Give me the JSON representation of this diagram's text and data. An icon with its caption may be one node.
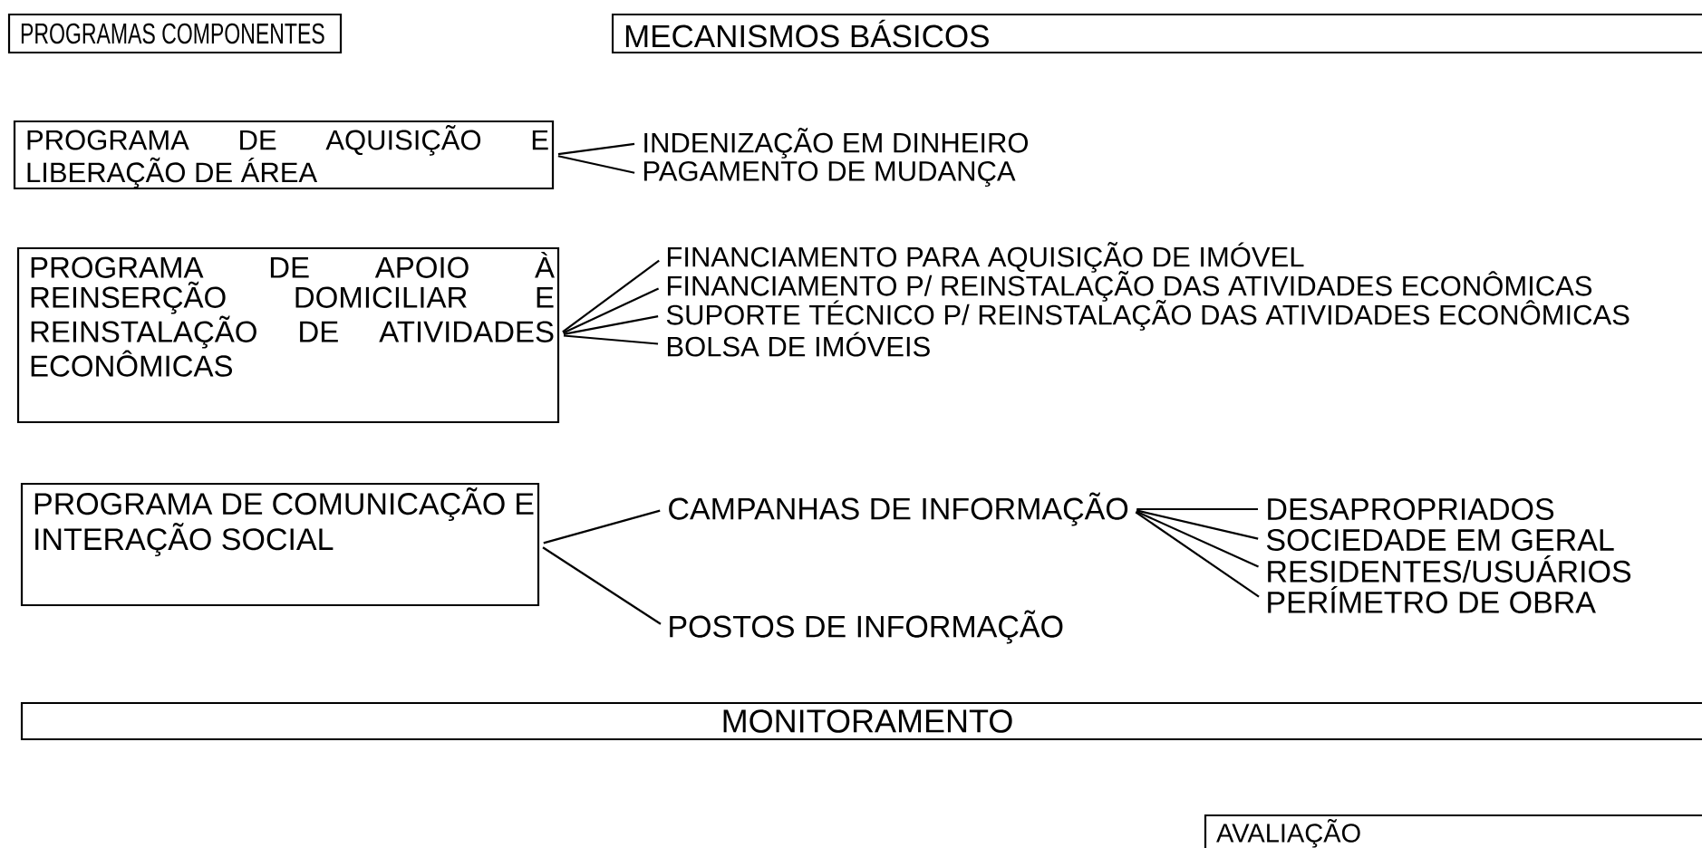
{
  "diagram": {
    "nodes": [
      {
        "text": [
          "PROGRAMAS COMPONENTES"
        ]
      },
      {
        "text": [
          "MECANISMOS BÁSICOS"
        ]
      },
      {
        "text": [
          "PROGRAMA DE AQUISIÇÃO E LIBERAÇÃO DE ÁREA"
        ]
      },
      {
        "text": [
          "INDENIZAÇÃO EM DINHEIRO"
        ]
      },
      {
        "text": [
          "PAGAMENTO DE MUDANÇA"
        ]
      },
      {
        "text": [
          "PROGRAMA DE APOIO À REINSERÇÃO DOMICILIAR E REINSTALAÇÃO DE ATIVIDADES ECONÔMICAS"
        ]
      },
      {
        "text": [
          "FINANCIAMENTO PARA AQUISIÇÃO DE IMÓVEL"
        ]
      },
      {
        "text": [
          "FINANCIAMENTO P/ REINSTALAÇÃO DAS ATIVIDADES ECONÔMICAS"
        ]
      },
      {
        "text": [
          "SUPORTE TÉCNICO P/ REINSTALAÇÃO DAS ATIVIDADES ECONÔMICAS"
        ]
      },
      {
        "text": [
          "BOLSA DE IMÓVEIS"
        ]
      },
      {
        "text": [
          "PROGRAMA DE COMUNICAÇÃO E INTERAÇÃO SOCIAL"
        ]
      },
      {
        "text": [
          "CAMPANHAS DE INFORMAÇÃO"
        ]
      },
      {
        "text": [
          "POSTOS DE INFORMAÇÃO"
        ]
      },
      {
        "text": [
          "DESAPROPRIADOS"
        ]
      },
      {
        "text": [
          "SOCIEDADE EM GERAL"
        ]
      },
      {
        "text": [
          "RESIDENTES/USUÁRIOS"
        ]
      },
      {
        "text": [
          "PERÍMETRO DE OBRA"
        ]
      },
      {
        "text": [
          "MONITORAMENTO"
        ]
      },
      {
        "text": [
          "AVALIAÇÃO"
        ]
      }
    ],
    "edges": [
      {
        "from": 2,
        "to": 3,
        "arrow": "none"
      },
      {
        "from": 2,
        "to": 4,
        "arrow": "none"
      },
      {
        "from": 5,
        "to": 6,
        "arrow": "none"
      },
      {
        "from": 5,
        "to": 7,
        "arrow": "none"
      },
      {
        "from": 5,
        "to": 8,
        "arrow": "none"
      },
      {
        "from": 5,
        "to": 9,
        "arrow": "none"
      },
      {
        "from": 10,
        "to": 11,
        "arrow": "none"
      },
      {
        "from": 10,
        "to": 12,
        "arrow": "none"
      },
      {
        "from": 13,
        "to": 11,
        "arrow": "none"
      },
      {
        "from": 14,
        "to": 11,
        "arrow": "none"
      },
      {
        "from": 15,
        "to": 11,
        "arrow": "none"
      },
      {
        "from": 16,
        "to": 11,
        "arrow": "none"
      }
    ]
  }
}
